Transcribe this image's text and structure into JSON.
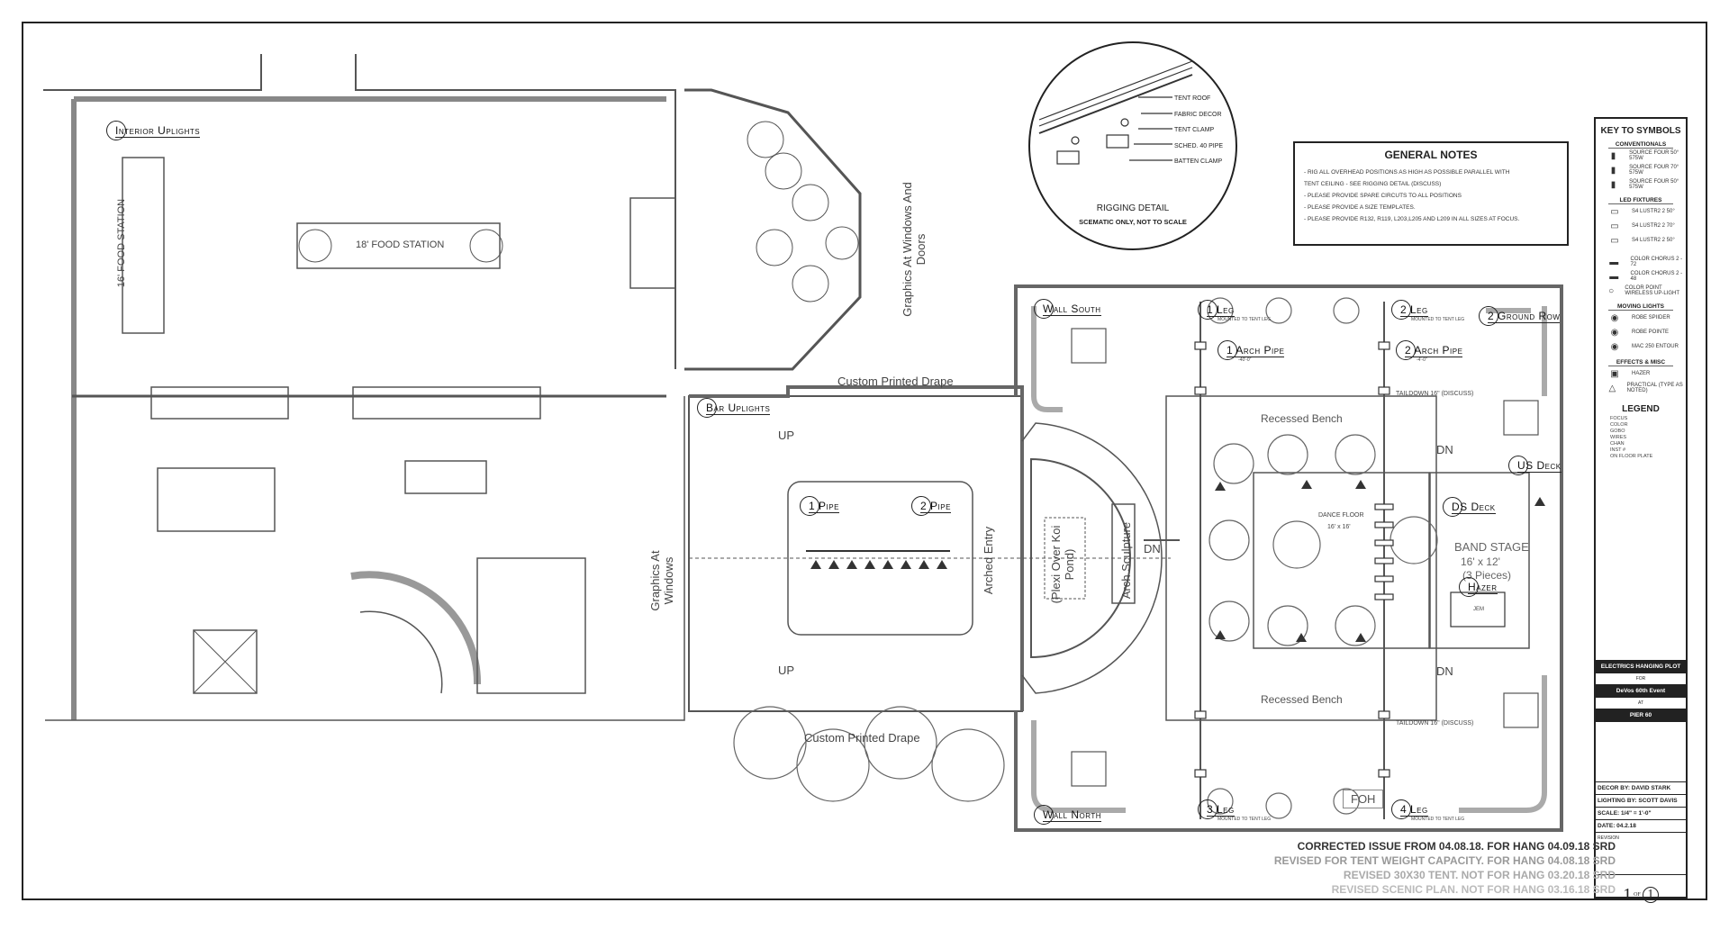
{
  "rooms": {
    "interior_uplights": "Interior Uplights",
    "food_station_vertical": "16' FOOD STATION",
    "food_station_horizontal": "18' FOOD STATION",
    "graphics_windows_doors": "Graphics At Windows And Doors",
    "graphics_windows": "Graphics At Windows",
    "custom_drape_top": "Custom Printed Drape",
    "custom_drape_bottom": "Custom Printed Drape",
    "bar_uplights": "Bar Uplights",
    "pipe_1": "1 Pipe",
    "pipe_2": "2 Pipe",
    "up_top": "UP",
    "up_bottom": "UP",
    "arched_entry": "Arched Entry",
    "plexi": "(Plexi Over Koi Pond)",
    "arch_sculpture": "Arch Sculpture",
    "dn_left": "DN"
  },
  "tent": {
    "wall_south": "Wall South",
    "wall_north": "Wall North",
    "leg_1": "1 Leg",
    "leg_2": "2 Leg",
    "leg_3": "3 Leg",
    "leg_4": "4 Leg",
    "leg_note": "MOUNTED TO TENT LEG",
    "ground_row": "2 Ground Row",
    "arch_pipe_1": "1 Arch Pipe",
    "arch_pipe_2": "2 Arch Pipe",
    "pipe_trim": "-40'-0\"",
    "pipe_trim_2": "-4'-0\"",
    "taildown_top": "TAILDOWN 16\" (DISCUSS)",
    "taildown_bottom": "TAILDOWN 16\" (DISCUSS)",
    "recessed_bench_top": "Recessed Bench",
    "recessed_bench_bottom": "Recessed Bench",
    "dance_floor": "DANCE FLOOR",
    "dance_floor_size": "16' x 16'",
    "ds_deck": "DS Deck",
    "us_deck": "US Deck",
    "band_stage": "BAND STAGE",
    "band_stage_size": "16' x 12'",
    "band_stage_pieces": "(3 Pieces)",
    "hazer": "Hazer",
    "hazer_unit": "JEM",
    "dn_top": "DN",
    "dn_bottom": "DN",
    "foh": "FOH"
  },
  "rigging": {
    "title": "RIGGING DETAIL",
    "subtitle": "SCEMATIC ONLY, NOT TO SCALE",
    "labels": [
      "TENT ROOF",
      "FABRIC DECOR",
      "TENT CLAMP",
      "SCHED. 40 PIPE",
      "BATTEN CLAMP"
    ]
  },
  "general_notes": {
    "title": "GENERAL NOTES",
    "items": [
      "- RIG ALL OVERHEAD POSITIONS AS HIGH AS POSSIBLE PARALLEL WITH",
      "  TENT CEILING - SEE RIGGING DETAIL (DISCUSS)",
      "- PLEASE PROVIDE SPARE CIRCUTS TO ALL POSITIONS",
      "- PLEASE PROVIDE A SIZE TEMPLATES.",
      "- PLEASE PROVIDE R132, R119, L203,L205 AND L209 IN ALL SIZES AT FOCUS."
    ]
  },
  "key": {
    "title": "KEY TO SYMBOLS",
    "conventionals": "CONVENTIONALS",
    "conv_items": [
      "SOURCE FOUR 50° 575W",
      "SOURCE FOUR 70° 575W",
      "SOURCE FOUR 50° 575W"
    ],
    "led_fixtures": "LED FIXTURES",
    "led_items": [
      "S4 LUSTR2 2 50°",
      "S4 LUSTR2 2 70°",
      "S4 LUSTR2 2 50°"
    ],
    "other_items": [
      "COLOR CHORUS 2 - 72",
      "COLOR CHORUS 2 - 48",
      "COLOR POINT WIRELESS UP-LIGHT"
    ],
    "moving_lights": "MOVING LIGHTS",
    "moving_items": [
      "ROBE SPIIDER",
      "ROBE POINTE",
      "MAC 250 ENTOUR"
    ],
    "effects": "EFFECTS & MISC",
    "effects_items": [
      "HAZER",
      "PRACTICAL (TYPE AS NOTED)"
    ],
    "legend": "LEGEND",
    "legend_items": [
      "FOCUS",
      "COLOR",
      "GOBO",
      "WIRES",
      "CHAN",
      "INST #",
      "ON FLOOR PLATE"
    ]
  },
  "title_block": {
    "plot": "ELECTRICS HANGING PLOT",
    "for": "FOR",
    "event": "DeVos 60th Event",
    "at": "AT",
    "venue": "PIER 60",
    "decor": "DECOR BY: DAVID STARK",
    "lighting": "LIGHTING BY: SCOTT DAVIS",
    "scale": "SCALE: 1/4\" = 1'-0\"",
    "date": "DATE: 04.2.18",
    "revision": "REVISION",
    "sheet": "1",
    "of": "OF",
    "total": "1"
  },
  "revisions": [
    {
      "text": "CORRECTED ISSUE FROM 04.08.18.  FOR HANG 04.09.18 SRD",
      "color": "#333333"
    },
    {
      "text": "REVISED FOR TENT WEIGHT CAPACITY.  FOR HANG 04.08.18 SRD",
      "color": "#999999"
    },
    {
      "text": "REVISED 30X30 TENT. NOT FOR HANG 03.20.18 SRD",
      "color": "#aaaaaa"
    },
    {
      "text": "REVISED SCENIC PLAN. NOT FOR HANG 03.16.18 SRD",
      "color": "#bbbbbb"
    }
  ]
}
